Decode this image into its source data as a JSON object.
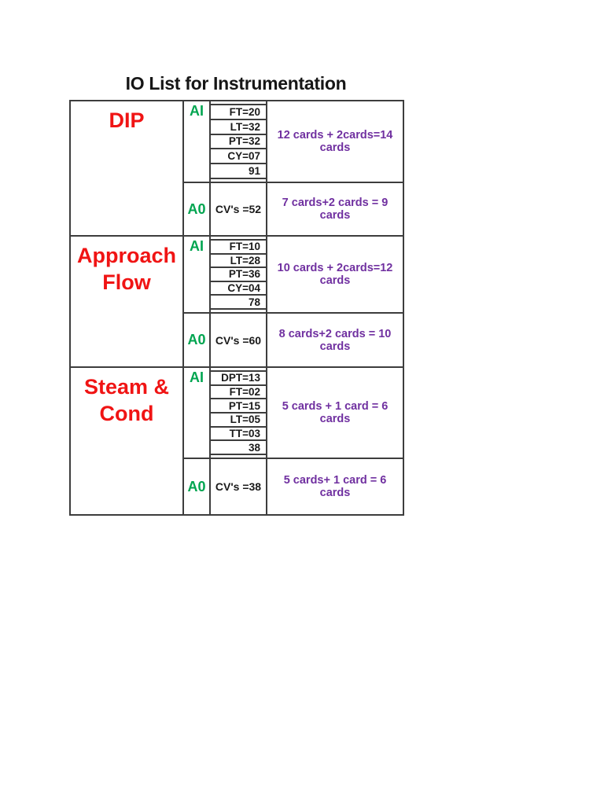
{
  "page": {
    "title": "IO List for Instrumentation"
  },
  "colors": {
    "section_label": "#F01414",
    "io_type_label": "#00A550",
    "cards_text": "#7030A0",
    "table_border": "#3D3D3D",
    "background": "#FFFFFF"
  },
  "table": {
    "sections": [
      {
        "name": "DIP",
        "ai": {
          "label": "AI",
          "items": [
            "FT=20",
            "LT=32",
            "PT=32",
            "CY=07",
            "91"
          ],
          "cards": "12 cards + 2cards=14 cards"
        },
        "ao": {
          "label": "A0",
          "value": "CV's =52",
          "cards": "7 cards+2 cards = 9 cards"
        }
      },
      {
        "name": "Approach Flow",
        "ai": {
          "label": "AI",
          "items": [
            "FT=10",
            "LT=28",
            "PT=36",
            "CY=04",
            "78"
          ],
          "cards": "10 cards + 2cards=12 cards"
        },
        "ao": {
          "label": "A0",
          "value": "CV's =60",
          "cards": "8 cards+2 cards = 10 cards"
        }
      },
      {
        "name": "Steam & Cond",
        "ai": {
          "label": "AI",
          "items": [
            "DPT=13",
            "FT=02",
            "PT=15",
            "LT=05",
            "TT=03",
            "38"
          ],
          "cards": "5 cards + 1 card = 6 cards"
        },
        "ao": {
          "label": "A0",
          "value": "CV's =38",
          "cards": "5 cards+ 1 card = 6 cards"
        }
      }
    ]
  }
}
